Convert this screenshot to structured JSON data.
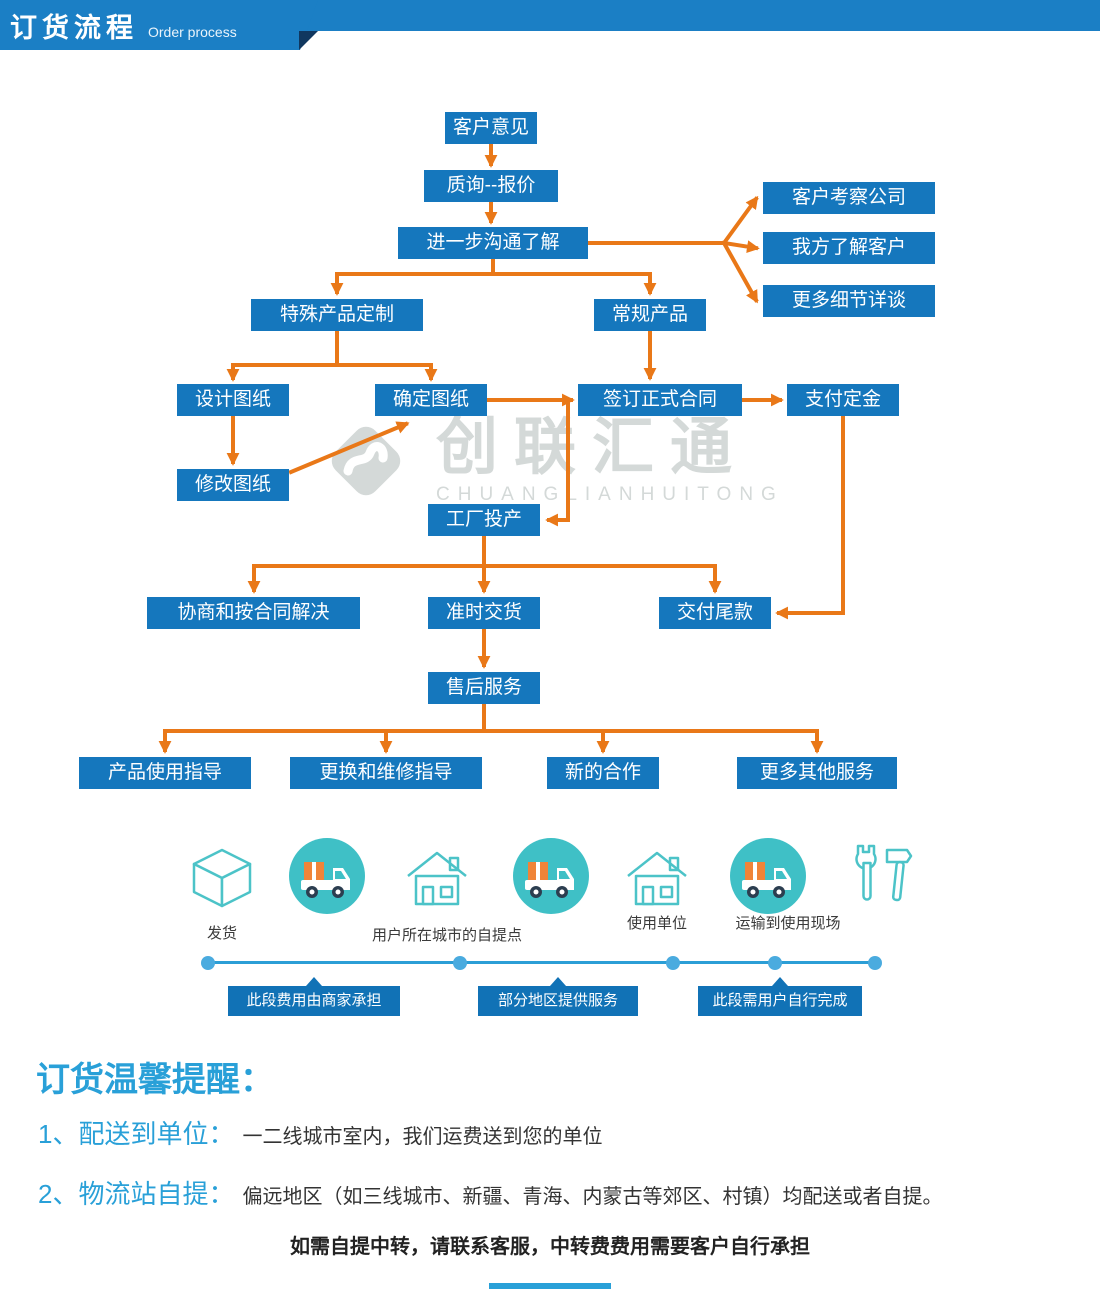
{
  "header": {
    "title": "订货流程",
    "subtitle": "Order process"
  },
  "flow": {
    "nodes": [
      {
        "label": "客户意见"
      },
      {
        "label": "质询--报价"
      },
      {
        "label": "进一步沟通了解"
      },
      {
        "label": "客户考察公司"
      },
      {
        "label": "我方了解客户"
      },
      {
        "label": "更多细节详谈"
      },
      {
        "label": "特殊产品定制"
      },
      {
        "label": "常规产品"
      },
      {
        "label": "设计图纸"
      },
      {
        "label": "确定图纸"
      },
      {
        "label": "签订正式合同"
      },
      {
        "label": "支付定金"
      },
      {
        "label": "修改图纸"
      },
      {
        "label": "工厂投产"
      },
      {
        "label": "协商和按合同解决"
      },
      {
        "label": "准时交货"
      },
      {
        "label": "交付尾款"
      },
      {
        "label": "售后服务"
      },
      {
        "label": "产品使用指导"
      },
      {
        "label": "更换和维修指导"
      },
      {
        "label": "新的合作"
      },
      {
        "label": "更多其他服务"
      }
    ]
  },
  "watermark": {
    "cn": "创联汇通",
    "en": "CHUANGLIANHUITONG"
  },
  "logistics": {
    "labels": {
      "shipping": "发货",
      "pickup": "用户所在城市的自提点",
      "use_unit": "使用单位",
      "transport": "运输到使用现场"
    },
    "flags": [
      {
        "label": "此段费用由商家承担"
      },
      {
        "label": "部分地区提供服务"
      },
      {
        "label": "此段需用户自行完成"
      }
    ]
  },
  "reminder": {
    "title": "订货温馨提醒：",
    "items": [
      {
        "num": "1、",
        "label": "配送到单位：",
        "text": "一二线城市室内，我们运费送到您的单位"
      },
      {
        "num": "2、",
        "label": "物流站自提：",
        "text": "偏远地区（如三线城市、新疆、青海、内蒙古等郊区、村镇）均配送或者自提。"
      }
    ],
    "footnote": "如需自提中转，请联系客服，中转费费用需要客户自行承担"
  },
  "colors": {
    "box_blue": "#1577bd",
    "arrow_orange": "#e97818",
    "teal": "#45c2c7",
    "flag_blue": "#1172b6",
    "heading_blue": "#29a0d8"
  }
}
